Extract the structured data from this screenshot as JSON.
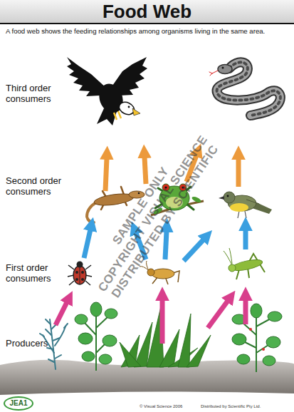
{
  "diagram": {
    "title": "Food Web",
    "labels": [
      "A food web shows the feeding relationships among organisms living in the same area.",
      "Third order consumers",
      "Second order consumers",
      "First order consumers",
      "Producers",
      "SAMPLE ONLY",
      "COPYRIGHT VISUAL SCIENCE",
      "DISTRIBUTED BY SCIENTIFIC",
      "JEA1",
      "© Visual Science 2006",
      "Distributed by Scientific Pty Ltd."
    ]
  }
}
